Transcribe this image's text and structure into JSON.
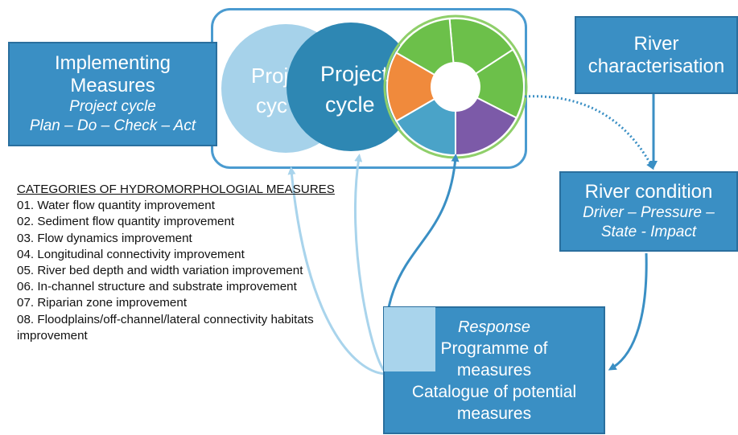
{
  "implementing": {
    "title_line1": "Implementing",
    "title_line2": "Measures",
    "sub_line1": "Project cycle",
    "sub_line2": "Plan – Do – Check – Act"
  },
  "project_cycle": {
    "faded_circle_label_line1": "Proj",
    "faded_circle_label_line2": "cyc",
    "circle_label_line1": "Project",
    "circle_label_line2": "cycle"
  },
  "river_characterisation": {
    "line1": "River",
    "line2": "characterisation"
  },
  "river_condition": {
    "title": "River condition",
    "sub_line1": "Driver – Pressure –",
    "sub_line2": "State - Impact"
  },
  "response": {
    "line1": "Response",
    "line2": "Programme of",
    "line3": "measures",
    "line4": "Catalogue of potential",
    "line5": "measures"
  },
  "categories": {
    "heading": "CATEGORIES OF HYDROMORPHOLOGIAL MEASURES",
    "items": [
      "01. Water flow quantity improvement",
      "02. Sediment flow quantity improvement",
      "03. Flow dynamics improvement",
      "04. Longitudinal connectivity improvement",
      "05. River bed depth and width variation improvement",
      "06. In-channel structure and substrate improvement",
      "07. Riparian zone improvement",
      "08. Floodplains/off-channel/lateral connectivity habitats",
      "improvement"
    ]
  },
  "colors": {
    "box_fill": "#3a8fc4",
    "faded_circle": "#a6d2ea",
    "dark_circle": "#2e87b3",
    "wheel_green": "#6cc04a",
    "wheel_orange": "#f08a3c",
    "wheel_purple": "#7c5aa8",
    "wheel_teal": "#4aa3c8",
    "arrow_light": "#a9d4ec",
    "arrow_dark": "#3a8fc4"
  }
}
